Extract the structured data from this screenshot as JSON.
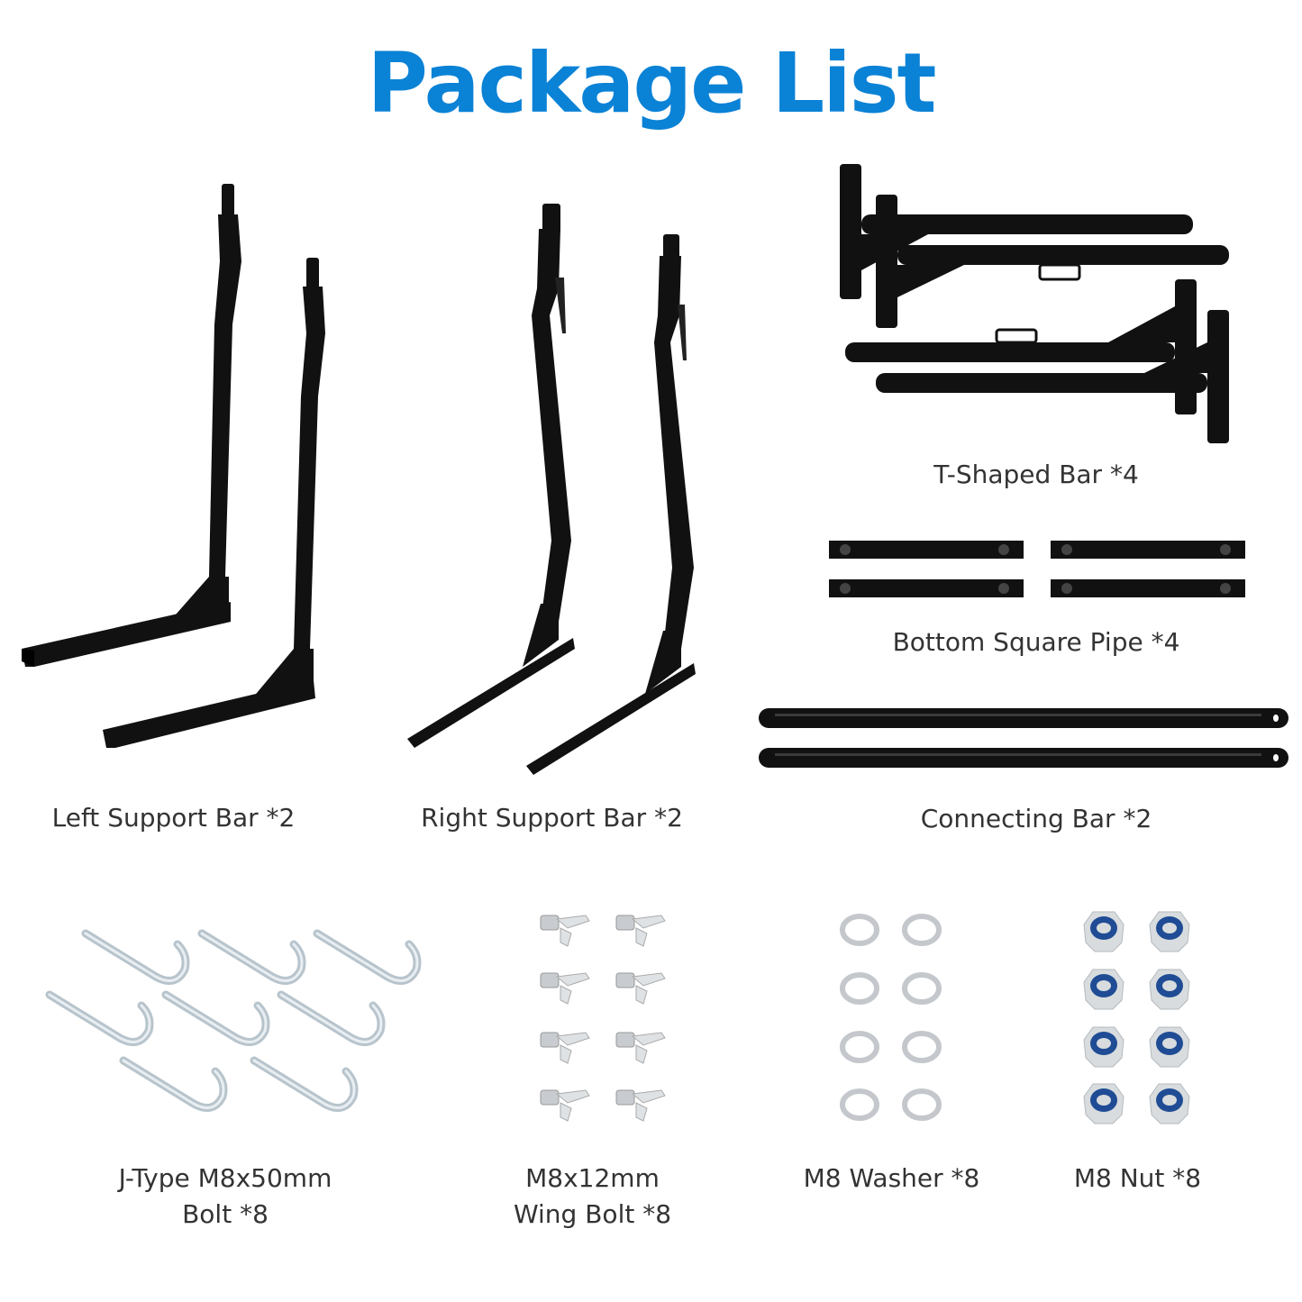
{
  "page": {
    "title": "Package List",
    "accent_color": "#0a82d6",
    "text_color": "#333333"
  },
  "items": [
    {
      "id": "left-support-bar",
      "name": "Left Support Bar",
      "qty": "*2",
      "label": "Left Support Bar *2",
      "icon": "left-support-bar-icon"
    },
    {
      "id": "right-support-bar",
      "name": "Right Support Bar",
      "qty": "*2",
      "label": "Right Support Bar *2",
      "icon": "right-support-bar-icon"
    },
    {
      "id": "t-shaped-bar",
      "name": "T-Shaped Bar",
      "qty": "*4",
      "label": "T-Shaped Bar *4",
      "icon": "t-shaped-bar-icon"
    },
    {
      "id": "bottom-square-pipe",
      "name": "Bottom Square Pipe",
      "qty": "*4",
      "label": "Bottom Square Pipe *4",
      "icon": "square-pipe-icon"
    },
    {
      "id": "connecting-bar",
      "name": "Connecting Bar",
      "qty": "*2",
      "label": "Connecting Bar *2",
      "icon": "connecting-bar-icon"
    },
    {
      "id": "j-type-bolt",
      "name": "J-Type M8x50mm Bolt",
      "qty": "*8",
      "label_line1": "J-Type M8x50mm",
      "label_line2": "Bolt *8",
      "icon": "j-bolt-icon"
    },
    {
      "id": "wing-bolt",
      "name": "M8x12mm Wing Bolt",
      "qty": "*8",
      "label_line1": "M8x12mm",
      "label_line2": "Wing Bolt *8",
      "icon": "wing-bolt-icon"
    },
    {
      "id": "m8-washer",
      "name": "M8 Washer",
      "qty": "*8",
      "label": "M8 Washer *8",
      "icon": "washer-icon"
    },
    {
      "id": "m8-nut",
      "name": "M8 Nut",
      "qty": "*8",
      "label": "M8 Nut *8",
      "icon": "nut-icon"
    }
  ]
}
